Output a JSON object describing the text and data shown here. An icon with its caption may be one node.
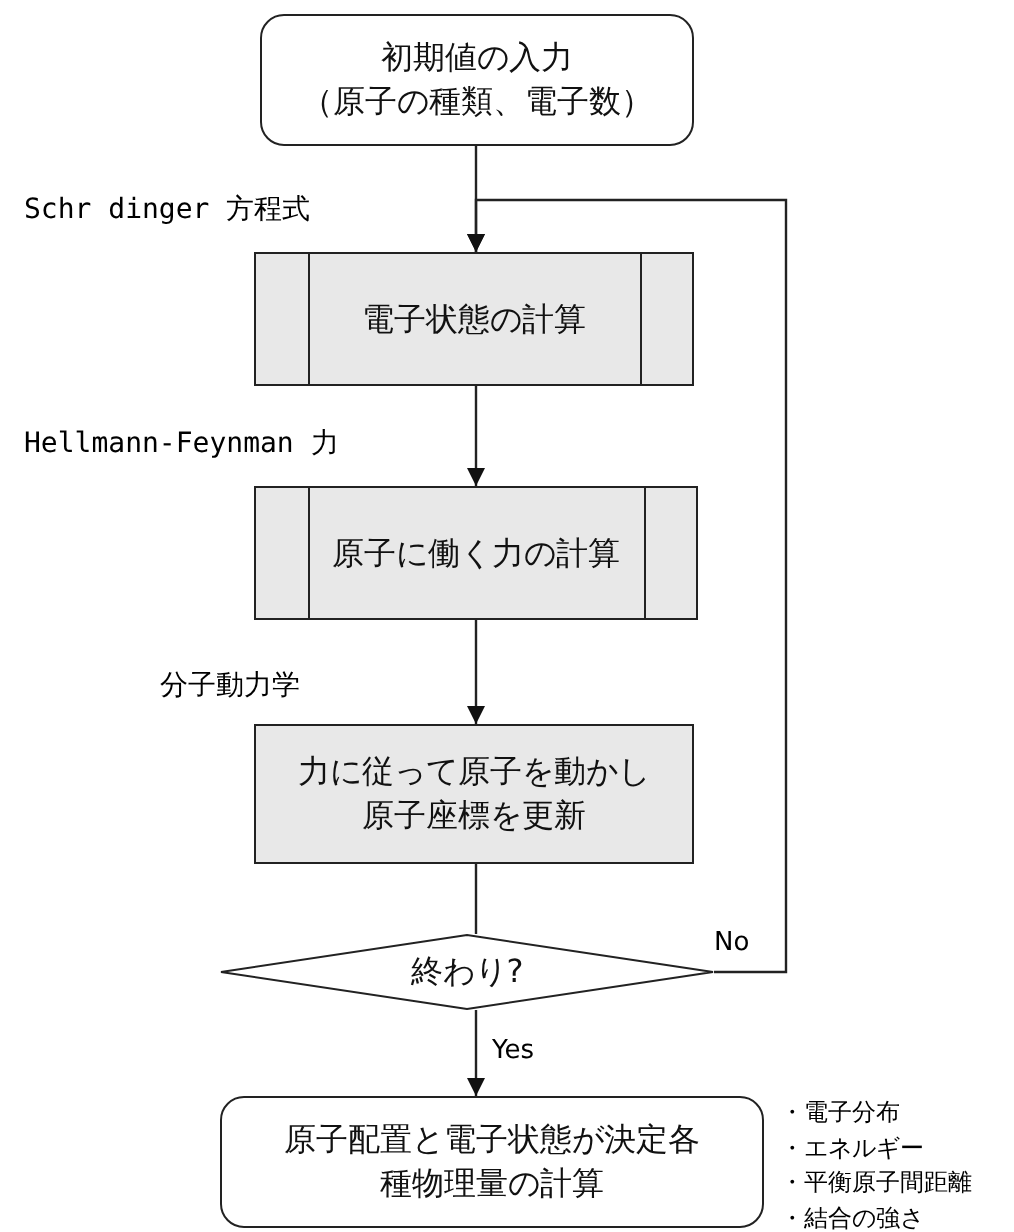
{
  "diagram": {
    "nodes": [
      {
        "text": [
          "初期値の入力",
          "（原子の種類、電子数）"
        ]
      },
      {
        "text": [
          "電子状態の計算"
        ],
        "beside": [
          "Schr dinger 方程式"
        ]
      },
      {
        "text": [
          "原子に働く力の計算"
        ],
        "beside": [
          "Hellmann-Feynman 力"
        ]
      },
      {
        "text": [
          "力に従って原子を動かし原子座標を更新"
        ],
        "beside": [
          "分子動力学"
        ]
      },
      {
        "text": [
          "終わり?"
        ]
      },
      {
        "text": [
          "原子配置と電子状態が決定各種物理量の計算"
        ]
      }
    ],
    "edges": [
      {
        "from": 0,
        "to": 1,
        "arrow": "to"
      },
      {
        "from": 1,
        "to": 2,
        "arrow": "to"
      },
      {
        "from": 2,
        "to": 3,
        "arrow": "to"
      },
      {
        "from": 3,
        "to": 4,
        "arrow": "none"
      },
      {
        "from": 4,
        "to": 5,
        "arrow": "to",
        "label": "Yes"
      },
      {
        "from": 4,
        "to": 1,
        "arrow": "to",
        "label": "No"
      }
    ],
    "labels": [
      "・電子分布",
      "・エネルギー",
      "・平衡原子間距離",
      "・結合の強さ"
    ]
  }
}
